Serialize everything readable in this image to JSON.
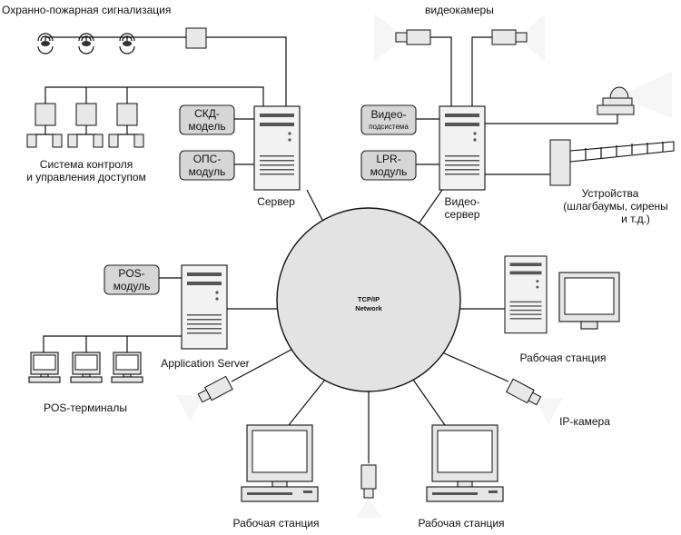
{
  "labels": {
    "fire_alarm": "Охранно-пожарная сигнализация",
    "cameras": "видеокамеры",
    "access_line1": "Система контроля",
    "access_line2": "и управления доступом",
    "server": "Сервер",
    "video_server_line1": "Видео-",
    "video_server_line2": "сервер",
    "devices_line1": "Устройства",
    "devices_line2": "(шлагбаумы, сирены",
    "devices_line3": "и т.д.)",
    "network_line1": "TCP/IP",
    "network_line2": "Network",
    "app_server": "Application Server",
    "pos_terminals": "POS-терминалы",
    "workstation_right": "Рабочая станция",
    "ip_camera": "IP-камера",
    "workstation_bottom_left": "Рабочая станция",
    "workstation_bottom_right": "Рабочая станция"
  },
  "modules": {
    "skd_line1": "СКД-",
    "skd_line2": "модель",
    "ops_line1": "ОПС-",
    "ops_line2": "модуль",
    "video_line1": "Видео-",
    "video_line2": "подсистема",
    "lpr_line1": "LPR-",
    "lpr_line2": "модуль",
    "pos_line1": "POS-",
    "pos_line2": "модуль"
  }
}
